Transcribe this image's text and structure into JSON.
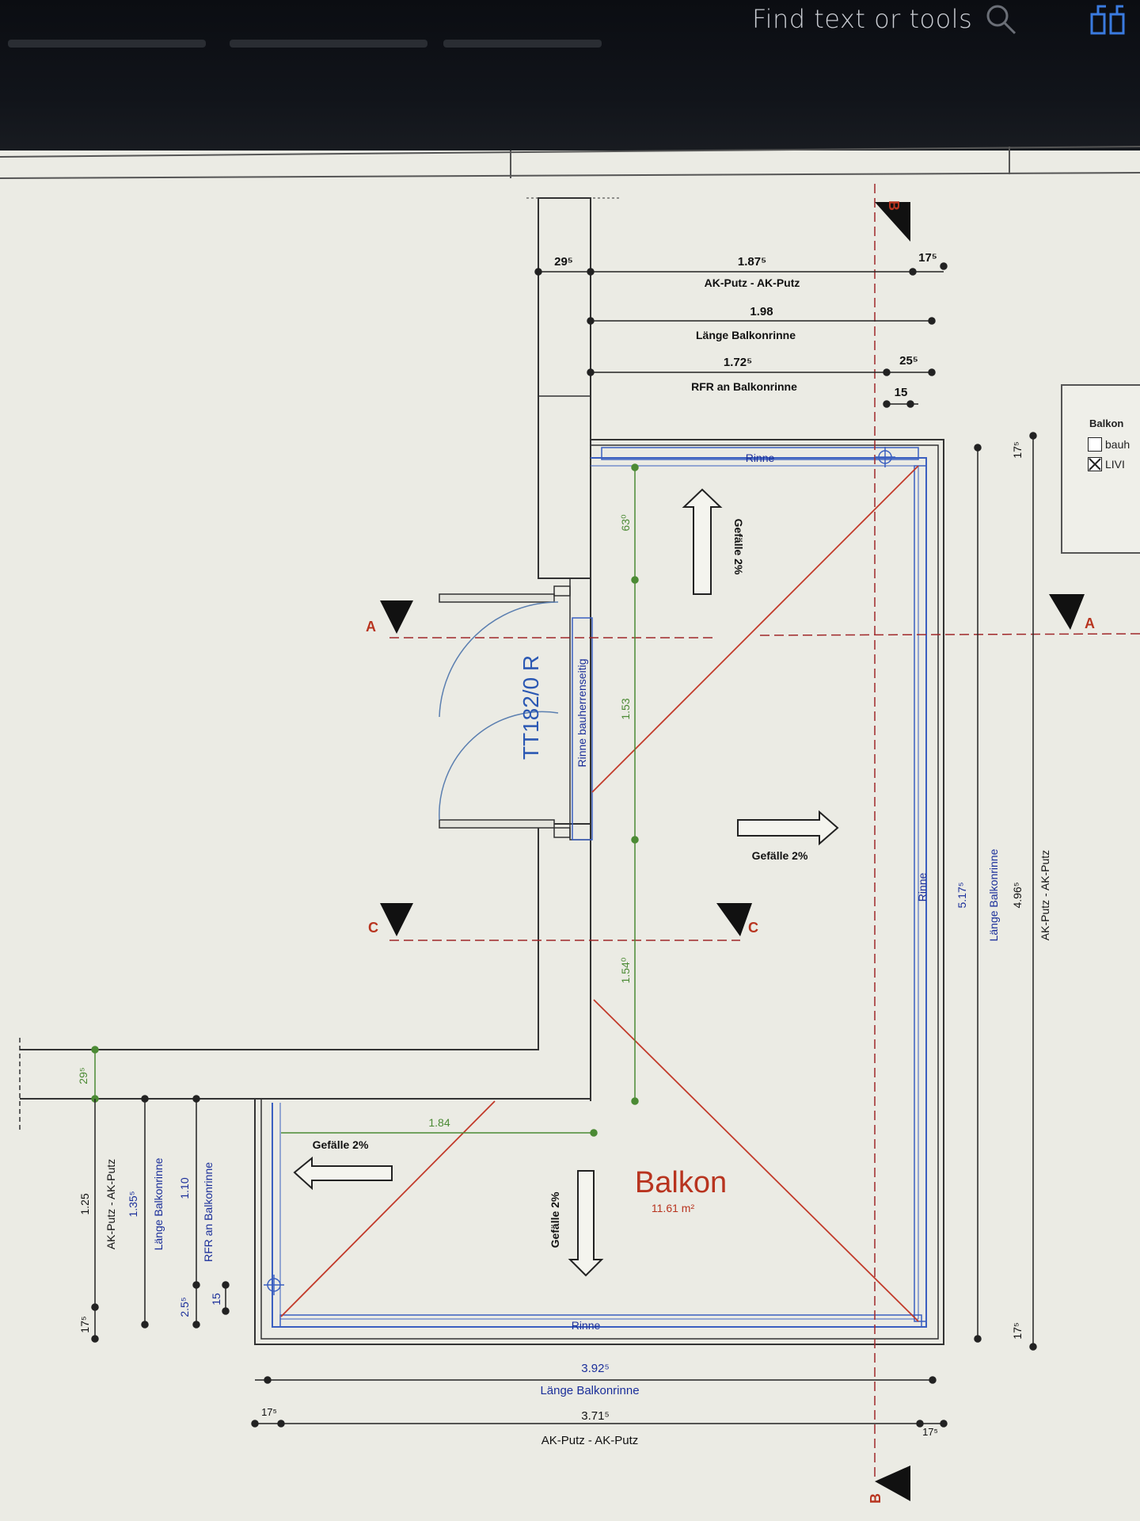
{
  "toolbar": {
    "search_placeholder": "Find text or tools",
    "search_icon": "search-icon",
    "share_icon": "share-icon"
  },
  "legend": {
    "title": "Balkon",
    "items": [
      {
        "label": "bauh",
        "checked": false
      },
      {
        "label": "LIVI",
        "checked": true
      }
    ]
  },
  "plan": {
    "section_markers": [
      "A",
      "A",
      "B",
      "B",
      "C",
      "C"
    ],
    "room_name": "Balkon",
    "room_area": "11.61 m²",
    "door_label": "TT182/0 R",
    "gutter_label_vertical": "Rinne bauherrenseitig",
    "gutter_label": "Rinne",
    "slope_label": "Gefälle 2%",
    "top_dims": [
      {
        "value": "29⁵"
      },
      {
        "value": "1.87⁵",
        "caption": "AK-Putz - AK-Putz"
      },
      {
        "value": "17⁵"
      },
      {
        "value": "1.98",
        "caption": "Länge Balkonrinne"
      },
      {
        "value": "1.72⁵",
        "caption": "RFR an Balkonrinne"
      },
      {
        "value": "25⁵"
      },
      {
        "value": "15"
      }
    ],
    "right_dims": [
      {
        "value": "17⁵"
      },
      {
        "value": "5.17⁵",
        "caption": "Länge Balkonrinne"
      },
      {
        "value": "4.96⁵",
        "caption": "AK-Putz - AK-Putz"
      },
      {
        "value": "17⁵"
      }
    ],
    "green_dims": [
      "63⁰",
      "1.53",
      "1.54⁰",
      "1.84",
      "29⁵"
    ],
    "left_dims": [
      {
        "value": "1.25",
        "caption": "AK-Putz - AK-Putz"
      },
      {
        "value": "1.35⁵",
        "caption": "Länge Balkonrinne"
      },
      {
        "value": "1.10",
        "caption": "RFR an Balkonrinne"
      },
      {
        "value": "17⁵"
      },
      {
        "value": "2.5⁵"
      },
      {
        "value": "15"
      }
    ],
    "bottom_dims": [
      {
        "value": "3.92⁵",
        "caption": "Länge Balkonrinne"
      },
      {
        "value": "3.71⁵",
        "caption": "AK-Putz - AK-Putz"
      },
      {
        "value": "17⁵"
      },
      {
        "value": "17⁵"
      }
    ]
  }
}
